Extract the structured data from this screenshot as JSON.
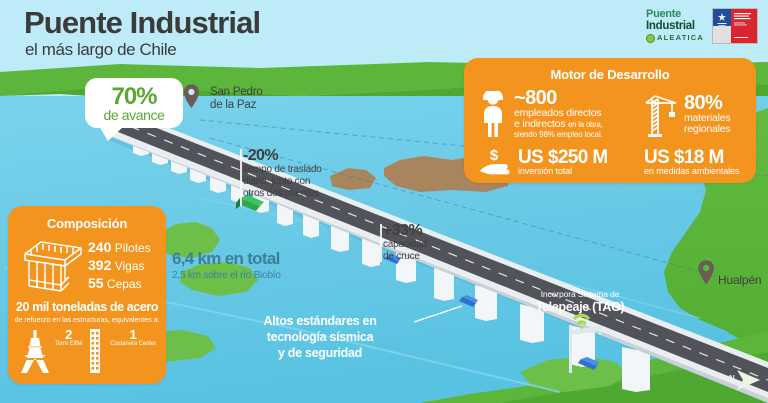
{
  "header": {
    "title": "Puente Industrial",
    "subtitle": "el más largo de Chile",
    "brand_line1": "Puente",
    "brand_line2": "Industrial",
    "brand_line3": "ALEATICA",
    "gov_line1": "Dirección",
    "gov_line2": "General de",
    "gov_line3": "Concesiones",
    "gov_line4": "Ministerio",
    "gov_line5": "de Obras Públicas",
    "gov_line6": "Gobierno de Chile"
  },
  "progress_bubble": {
    "value": "70%",
    "label": "de avance"
  },
  "markers": {
    "san_pedro": "San Pedro\nde la Paz",
    "san_pedro_line1": "San Pedro",
    "san_pedro_line2": "de la Paz",
    "hualpen": "Hualpén",
    "compass": "N"
  },
  "callouts": {
    "travel_time": {
      "value": "-20%",
      "line1": "tiempo de traslado",
      "line2": "diario, junto con",
      "line3": "otros dos puentes"
    },
    "capacity": {
      "value": "+33%",
      "line1": "capacidad",
      "line2": "de cruce"
    },
    "length": {
      "value": "6,4 km en total",
      "sub": "2,5 km sobre el río Biobío"
    },
    "seismic": {
      "line1": "Altos estándares en",
      "line2": "tecnología sísmica",
      "line3": "y de seguridad"
    },
    "tag": {
      "sub": "Incorpora Sistema de",
      "value": "Telepeaje (TAG)"
    }
  },
  "panel_motor": {
    "title": "Motor de Desarrollo",
    "employees": {
      "value": "~800",
      "line1": "empleados directos",
      "line2": "e indirectos",
      "line2_small": "en la obra,",
      "line3": "siendo 98% empleo local."
    },
    "materials": {
      "value": "80%",
      "line1": "materiales",
      "line2": "regionales"
    },
    "investment": {
      "value": "US $250 M",
      "label": "inversión total"
    },
    "environment": {
      "value": "US $18 M",
      "label": "en medidas ambientales"
    }
  },
  "panel_composition": {
    "title": "Composición",
    "figures": [
      {
        "number": "240",
        "label": "Pilotes"
      },
      {
        "number": "392",
        "label": "Vigas"
      },
      {
        "number": "55",
        "label": "Cepas"
      }
    ],
    "steel_headline": "20 mil toneladas de acero",
    "steel_sub": "de refuerzo en las estructuras, equivalentes a:",
    "equivalents": [
      {
        "number": "2",
        "label": "Torre Eiffel"
      },
      {
        "number": "1",
        "label": "Costanera Center"
      }
    ]
  },
  "colors": {
    "sky": "#bdebf8",
    "water": "#6eccea",
    "water_dark": "#57bede",
    "land_green": "#5cb63c",
    "land_green_dark": "#4aa22f",
    "orange": "#f2941e",
    "accent_green": "#5aa832",
    "road": "#52525a",
    "text_dark": "#3b3b3b",
    "blue_text": "#3d7f99",
    "sand": "#a9855e"
  }
}
